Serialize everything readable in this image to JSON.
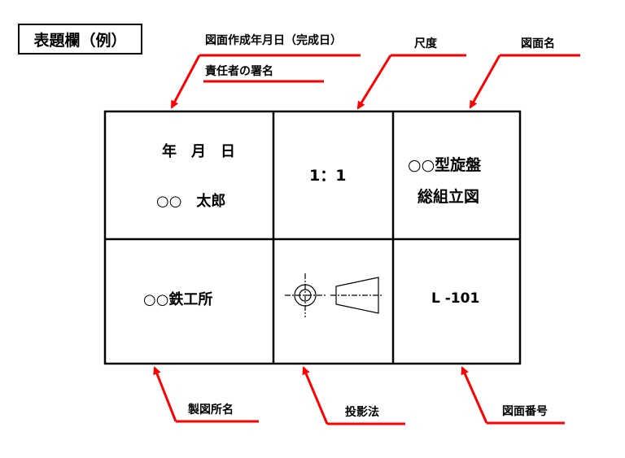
{
  "title": "表題欄（例）",
  "labels": {
    "date": "図面作成年月日（完成日）",
    "signature": "責任者の署名",
    "scale": "尺度",
    "drawing_name": "図面名",
    "maker": "製図所名",
    "projection": "投影法",
    "drawing_number": "図面番号"
  },
  "cells": {
    "date_line": "年　月　日",
    "person": "○○　太郎",
    "scale": "1：1",
    "drawing_name_1": "○○型旋盤",
    "drawing_name_2": "総組立図",
    "maker": "○○鉄工所",
    "number": "L -101"
  },
  "colors": {
    "arrow": "#ff0000",
    "line": "#000000"
  },
  "icons": {
    "projection_symbol": "third-angle-projection-icon"
  }
}
